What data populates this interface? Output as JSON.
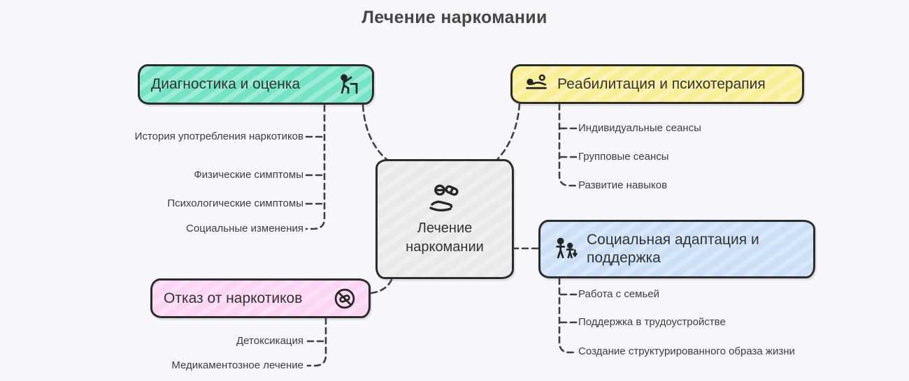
{
  "title": "Лечение наркомании",
  "colors": {
    "background": "#f7f7fb",
    "border": "#2c2c2c",
    "teal": "#74e4c5",
    "yellow": "#f9ee96",
    "pink": "#fbd5f3",
    "blue": "#cbdff7",
    "center_gray": "#e9e9e9",
    "text": "#3d3d3d"
  },
  "center": {
    "label": "Лечение наркомании",
    "icon": "hand-pills-icon"
  },
  "branches": [
    {
      "id": "diagnostics",
      "label": "Диагностика и оценка",
      "icon": "person-desk-icon",
      "color": "#74e4c5",
      "leaves": [
        "История употребления наркотиков",
        "Физические симптомы",
        "Психологические симптомы",
        "Социальные изменения"
      ]
    },
    {
      "id": "rehabilitation",
      "label": "Реабилитация и психотерапия",
      "icon": "therapy-person-icon",
      "color": "#f9ee96",
      "leaves": [
        "Индивидуальные сеансы",
        "Групповые сеансы",
        "Развитие навыков"
      ]
    },
    {
      "id": "refusal",
      "label": "Отказ от наркотиков",
      "icon": "no-drugs-icon",
      "color": "#fbd5f3",
      "leaves": [
        "Детоксикация",
        "Медикаментозное лечение"
      ]
    },
    {
      "id": "social",
      "label": "Социальная адаптация и поддержка",
      "icon": "family-support-icon",
      "color": "#cbdff7",
      "leaves": [
        "Работа с семьей",
        "Поддержка в трудоустройстве",
        "Создание структурированного образа жизни"
      ]
    }
  ]
}
